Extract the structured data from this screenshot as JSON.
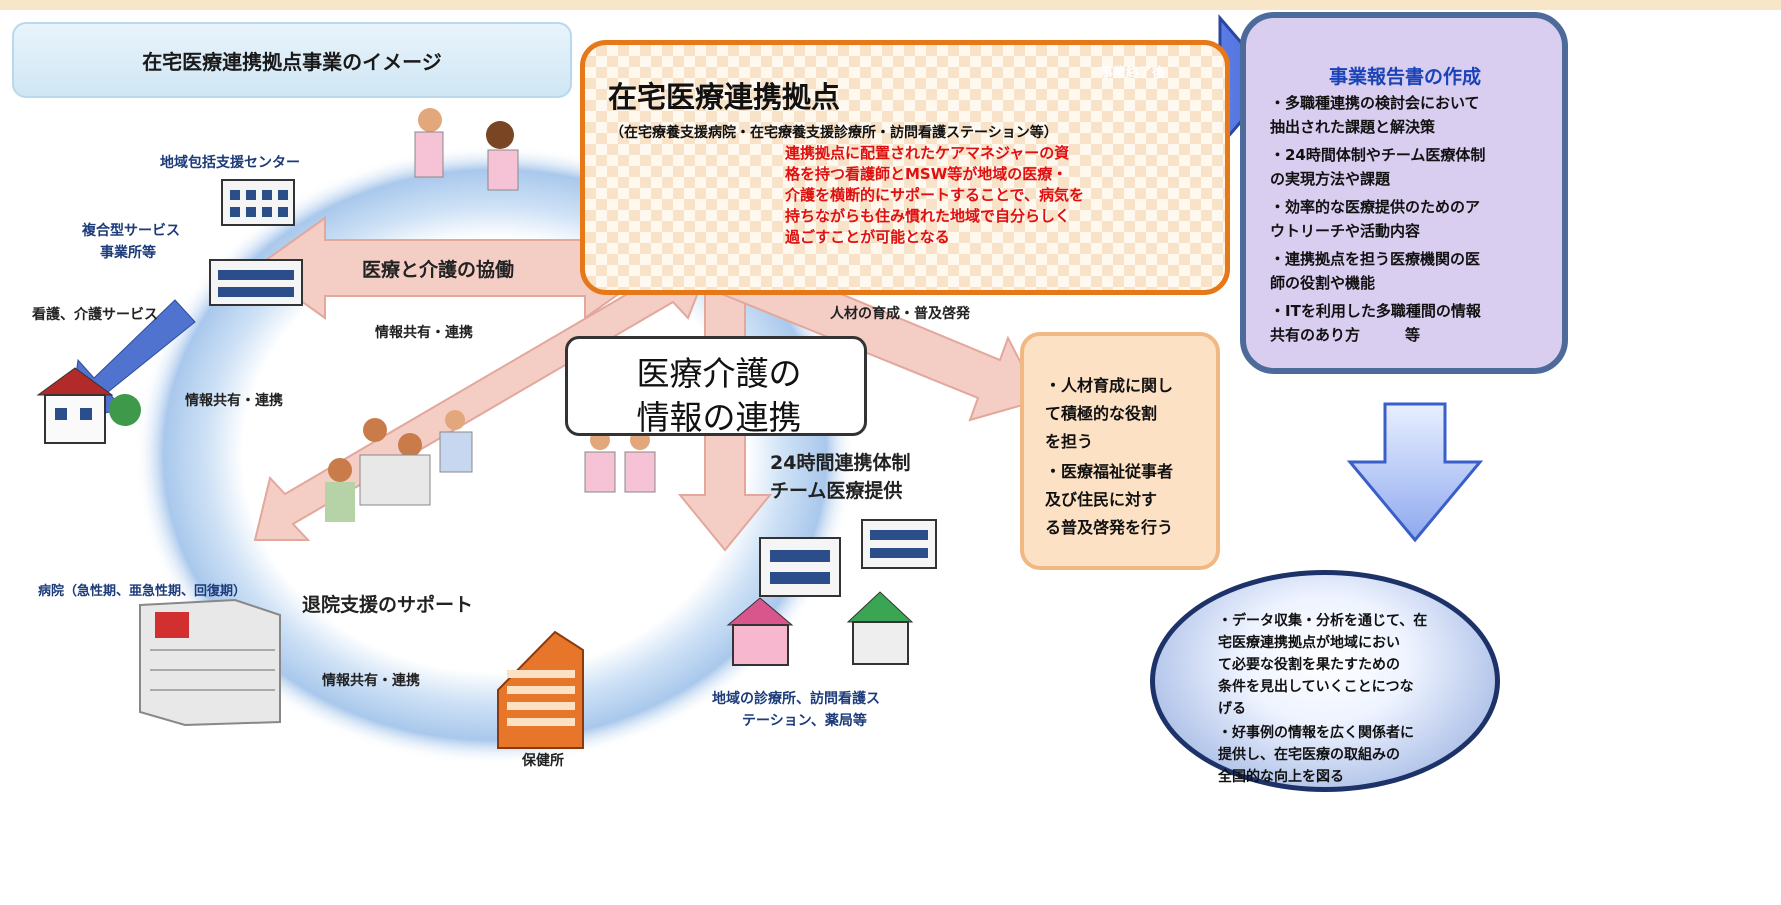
{
  "title": "在宅医療連携拠点事業のイメージ",
  "hub": {
    "title": "在宅医療連携拠点",
    "subtitle": "（在宅療養支援病院・在宅療養支援診療所・訪問看護ステーション等）",
    "description": [
      "連携拠点に配置されたケアマネジャーの資",
      "格を持つ看護師とMSW等が地域の医療・",
      "介護を横断的にサポートすることで、病気を",
      "持ちながらも住み慣れた地域で自分らしく",
      "過ごすことが可能となる"
    ]
  },
  "arrow_label": "事業終了後",
  "report": {
    "title": "事業報告書の作成",
    "lines": [
      "・多職種連携の検討会において",
      "抽出された課題と解決策",
      "・24時間体制やチーム医療体制",
      "の実現方法や課題",
      "・効率的な医療提供のためのア",
      "ウトリーチや活動内容",
      "・連携拠点を担う医療機関の医",
      "師の役割や機能",
      "・ITを利用した多職種間の情報",
      "共有のあり方　　　等"
    ]
  },
  "talent": {
    "arrow_label": "人材の育成・普及啓発",
    "lines": [
      "・人材育成に関し",
      "て積極的な役割",
      "を担う",
      "・医療福祉従事者",
      "及び住民に対す",
      "る普及啓発を行う"
    ]
  },
  "outcome": {
    "lines": [
      "・データ収集・分析を通じて、在",
      "宅医療連携拠点が地域におい",
      "て必要な役割を果たすための",
      "条件を見出していくことにつな",
      "げる",
      "・好事例の情報を広く関係者に",
      "提供し、在宅医療の取組みの",
      "全国的な向上を図る"
    ]
  },
  "nodes": {
    "community_center": "地域包括支援センター",
    "multi_service": [
      "複合型サービス",
      "事業所等"
    ],
    "care_service": "看護、介護サービス",
    "hospital": "病院（急性期、亜急性期、回復期）",
    "health_center": "保健所",
    "clinics": [
      "地域の診療所、訪問看護ス",
      "テーション、薬局等"
    ]
  },
  "links": {
    "collab": "医療と介護の協働",
    "info_share": "情報共有・連携",
    "discharge": "退院支援のサポート",
    "twentyfour": [
      "24時間連携体制",
      "チーム医療提供"
    ]
  },
  "callout": [
    "医療介護の",
    "情報の連携"
  ],
  "colors": {
    "hub_border": "#e67817",
    "report_bg": "#d9cdf0",
    "report_border": "#4d6b9a",
    "report_title": "#1a43b8",
    "red_text": "#e01010",
    "arrow_pink": "#f2c7c0",
    "ring_blue": "#b8d4f0",
    "big_arrow_blue": "#5077d8"
  }
}
